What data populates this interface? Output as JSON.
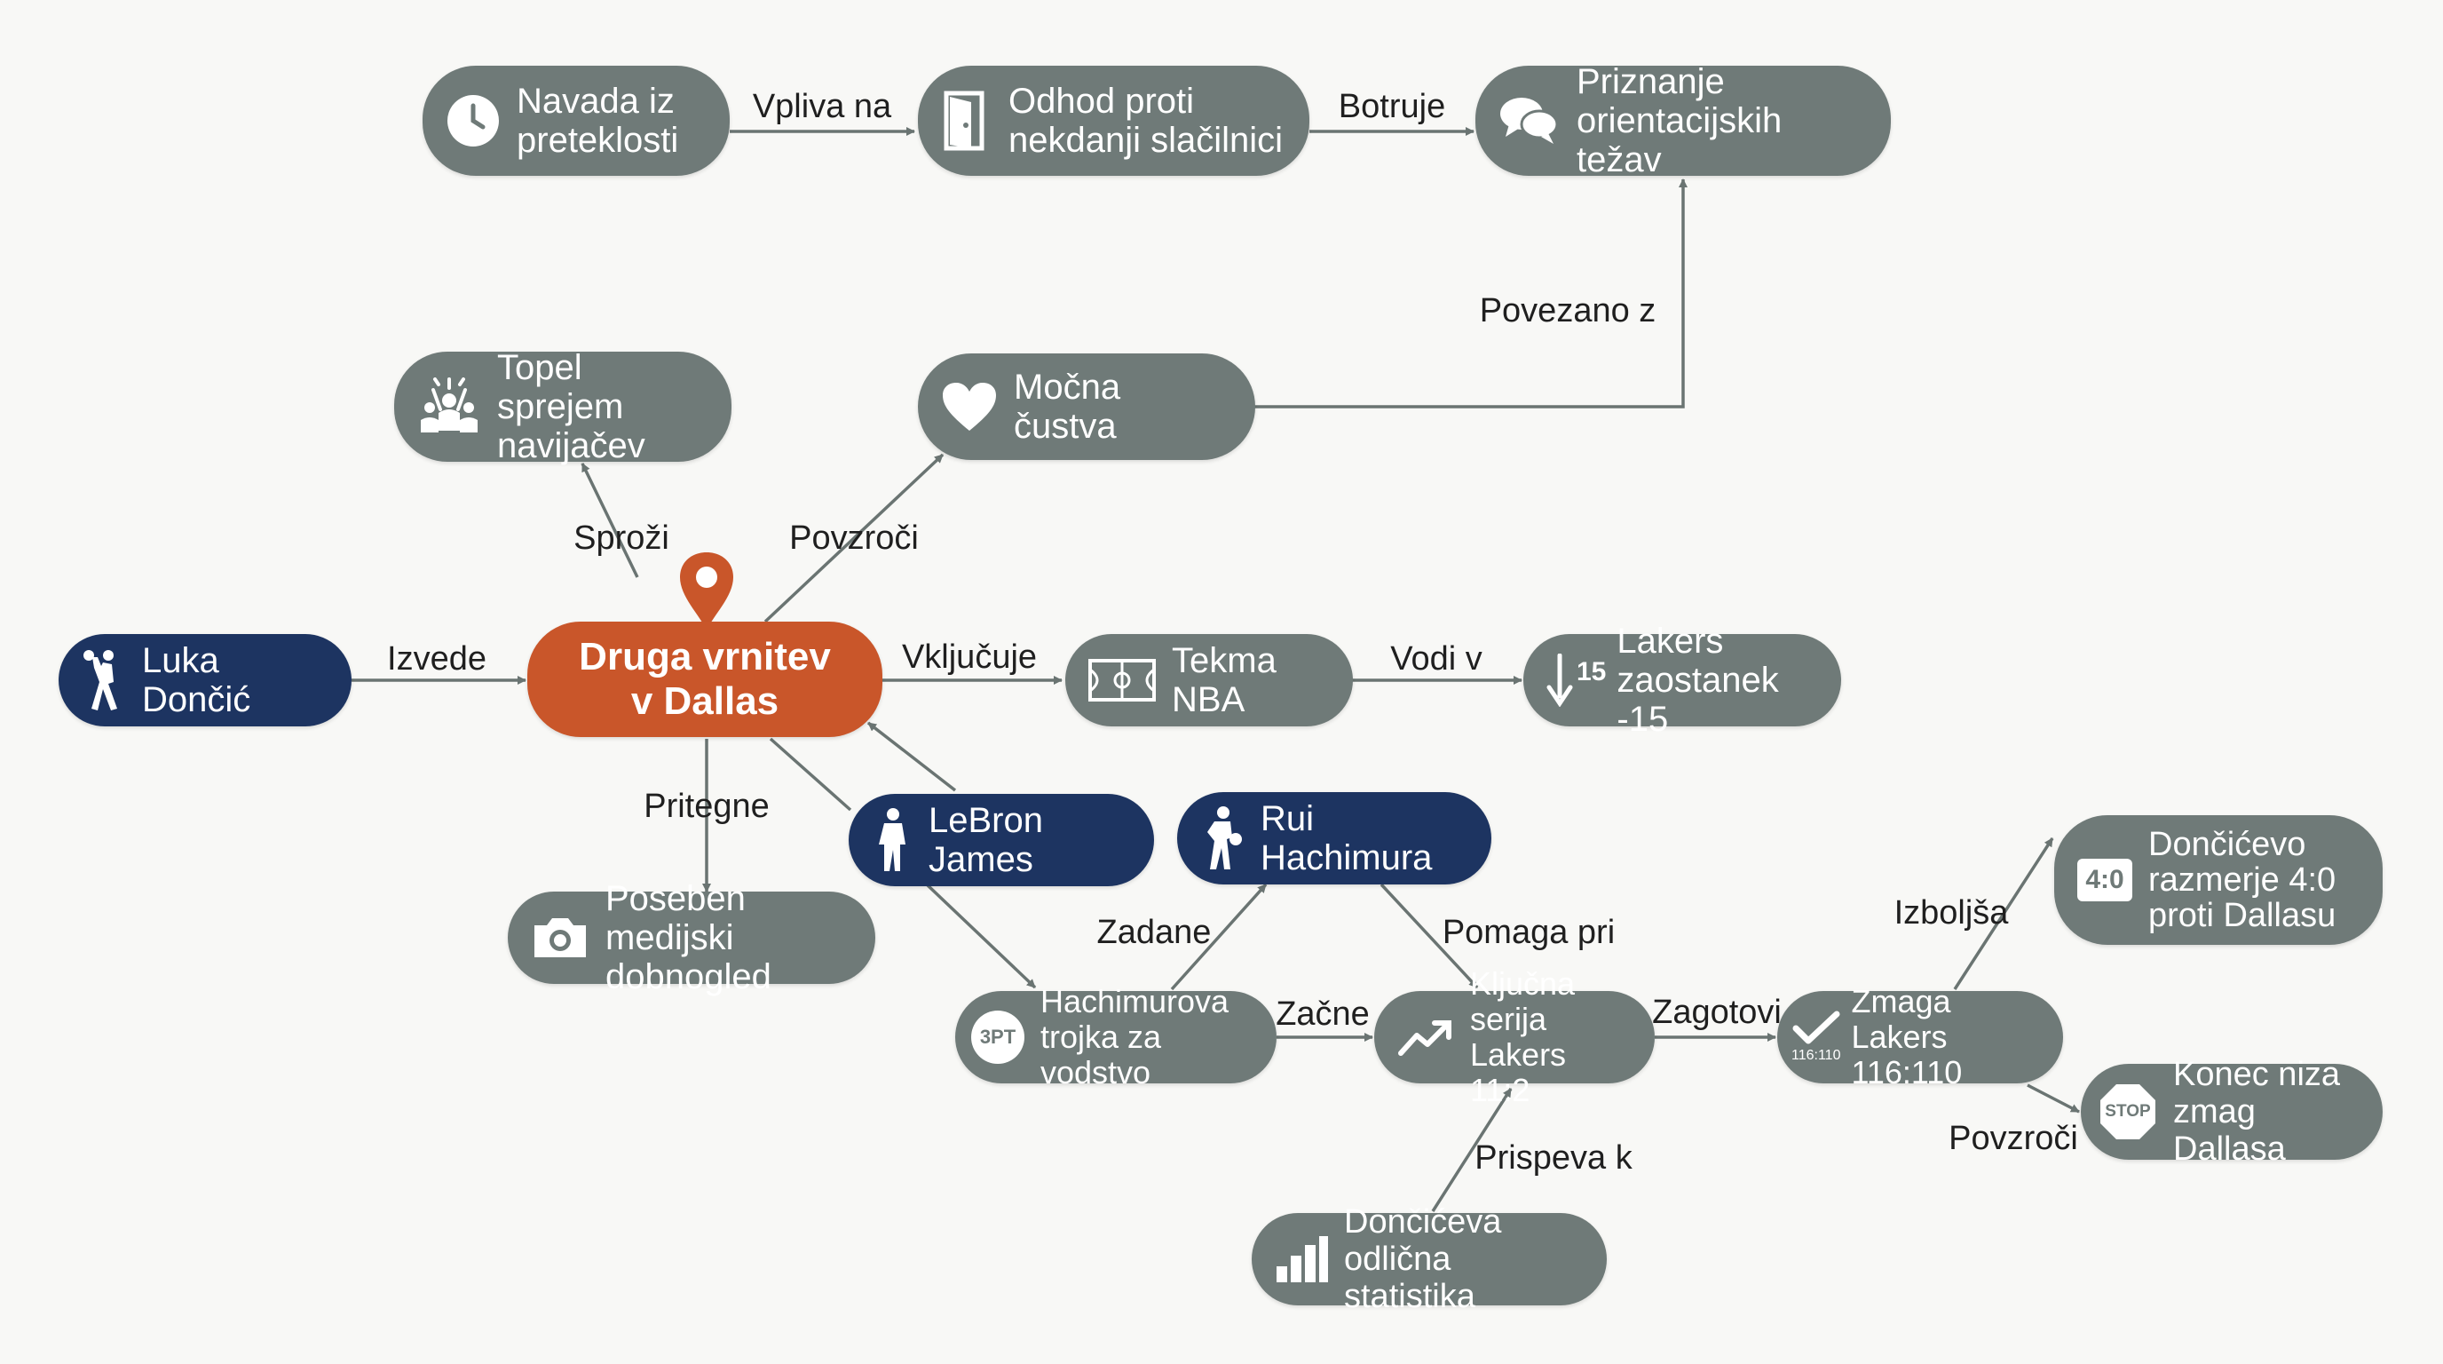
{
  "nodes": {
    "navada": "Navada iz\npreteklosti",
    "odhod": "Odhod proti\nnekdanji slačilnici",
    "priznanje": "Priznanje\norientacijskih težav",
    "topel": "Topel sprejem\nnavijačev",
    "custva": "Močna čustva",
    "luka": "Luka Dončić",
    "druga": "Druga vrnitev\nv Dallas",
    "tekma": "Tekma NBA",
    "lakers_zaostanek": "Lakers\nzaostanek -15",
    "lebron": "LeBron James",
    "rui": "Rui Hachimura",
    "medijski": "Poseben medijski\ndobnogled",
    "trojka": "Hachimurova\ntrojka za vodstvo",
    "serija": "Ključna serija\nLakers 11:2",
    "zmaga": "Zmaga Lakers\n116:110",
    "razmerje": "Dončićevo\nrazmerje 4:0\nproti Dallasu",
    "konec": "Konec niza\nzmag Dallasa",
    "statistika": "Dončićeva\nodlična statistika"
  },
  "badges": {
    "minus15": "15",
    "score_small": "116:110",
    "ratio": "4:0",
    "three_pt": "3PT",
    "stop": "STOP"
  },
  "edges": {
    "vpliva_na": "Vpliva na",
    "botruje": "Botruje",
    "povezano_z": "Povezano z",
    "sprozi": "Sproži",
    "povzroci_custva": "Povzroči",
    "izvede": "Izvede",
    "vkljucuje": "Vključuje",
    "vodi_v": "Vodi v",
    "pritegne": "Pritegne",
    "zadane": "Zadane",
    "pomaga_pri": "Pomaga pri",
    "zacne": "Začne",
    "zagotovi": "Zagotovi",
    "izboljsa": "Izboljša",
    "povzroci_konec": "Povzroči",
    "prispeva_k": "Prispeva k"
  },
  "colors": {
    "node_gray": "#6f7a78",
    "node_navy": "#1d3461",
    "node_orange": "#c9562a",
    "edge": "#6a7472",
    "background": "#f8f8f6"
  }
}
